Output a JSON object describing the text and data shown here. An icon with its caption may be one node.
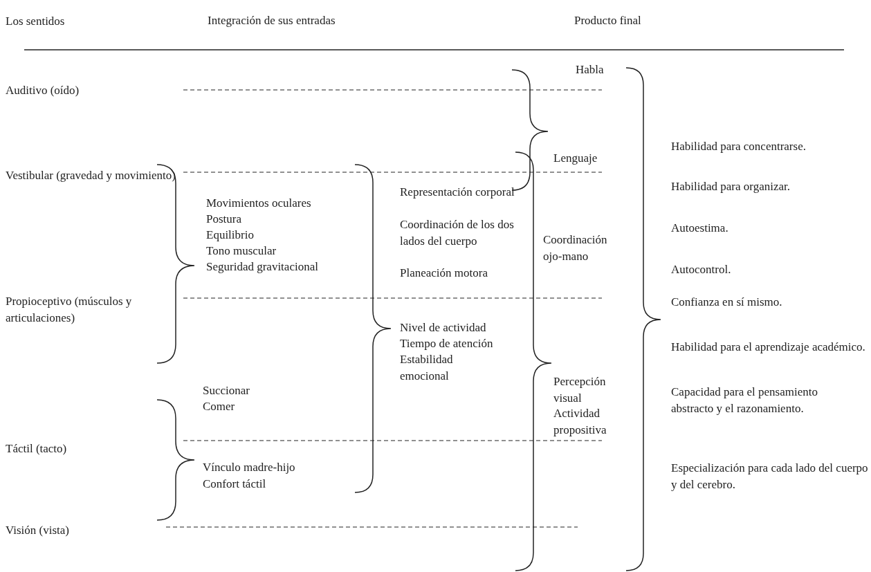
{
  "diagram": {
    "labels": [
      "Los sentidos",
      "Integración de sus entradas",
      "Producto final",
      "Habla",
      "Auditivo (oído)",
      "Habilidad para concentrarse.",
      "Lenguaje",
      "Vestibular (gravedad y movimiento)",
      "Habilidad para organizar.",
      "Representación corporal",
      "Movimientos oculares",
      "Postura",
      "Equilibrio",
      "Tono muscular",
      "Seguridad gravitacional",
      "Coordinación de los dos lados del cuerpo",
      "Planeación motora",
      "Autoestima.",
      "Coordinación ojo-mano",
      "Autocontrol.",
      "Propioceptivo (músculos y articulaciones)",
      "Confianza en sí mismo.",
      "Nivel de actividad",
      "Tiempo de atención",
      "Estabilidad emocional",
      "Habilidad para el aprendizaje académico.",
      "Percepción visual",
      "Actividad propositiva",
      "Succionar",
      "Comer",
      "Capacidad para el pensamiento abstracto y el razonamiento.",
      "Táctil (tacto)",
      "Vínculo madre-hijo",
      "Confort táctil",
      "Especialización para cada lado del cuerpo y del cerebro.",
      "Visión (vista)"
    ]
  }
}
